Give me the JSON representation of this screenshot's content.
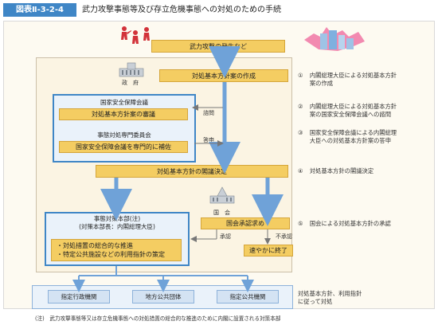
{
  "header": {
    "badge": "図表Ⅱ-3-2-4",
    "title": "武力攻撃事態等及び存立危機事態への対処のための手続"
  },
  "flow": {
    "occurrence": "武力攻撃の発生など",
    "create_plan": "対処基本方針案の作成",
    "government_label": "政　府",
    "nsc_title": "国家安全保障会議",
    "nsc_review": "対処基本方針案の審議",
    "committee_title": "事態対処専門委員会",
    "committee_assist": "国家安全保障会議を専門的に補佐",
    "consult_label": "諮問",
    "answer_label": "答申",
    "cabinet_decision": "対処基本方針の閣議決定",
    "diet_label": "国　会",
    "diet_request": "国会承認求め",
    "approve_label": "承認",
    "disapprove_label": "不承認",
    "terminate": "速やかに終了",
    "hq_title_1": "事態対策本部(注)",
    "hq_title_2": "(対策本部長：内閣総理大臣)",
    "hq_item_1": "・対処措置の総合的な推進",
    "hq_item_2": "・特定公共施設などの利用指針の策定",
    "recipients": [
      "指定行政機関",
      "地方公共団体",
      "指定公共機関"
    ]
  },
  "notes": [
    {
      "num": "①",
      "text": [
        "内閣総理大臣による対処基本方針",
        "案の作成"
      ]
    },
    {
      "num": "②",
      "text": [
        "内閣総理大臣による対処基本方針",
        "案の国家安全保障会議への諮問"
      ]
    },
    {
      "num": "③",
      "text": [
        "国家安全保障会議による内閣総理",
        "大臣への対処基本方針案の答申"
      ]
    },
    {
      "num": "④",
      "text": [
        "対処基本方針の閣議決定"
      ]
    },
    {
      "num": "⑤",
      "text": [
        "国会による対処基本方針の承認"
      ]
    }
  ],
  "side_note": [
    "対処基本方針、利用指針",
    "に従って対処"
  ],
  "footnote": "(注)　武力攻撃事態等又は存立危機事態への対処措置の総合的な推進のために内閣に設置される対策本部",
  "colors": {
    "accent_blue": "#3f86c6",
    "box_yellow": "#f4cd62",
    "flow_blue": "#6fa2d8"
  }
}
